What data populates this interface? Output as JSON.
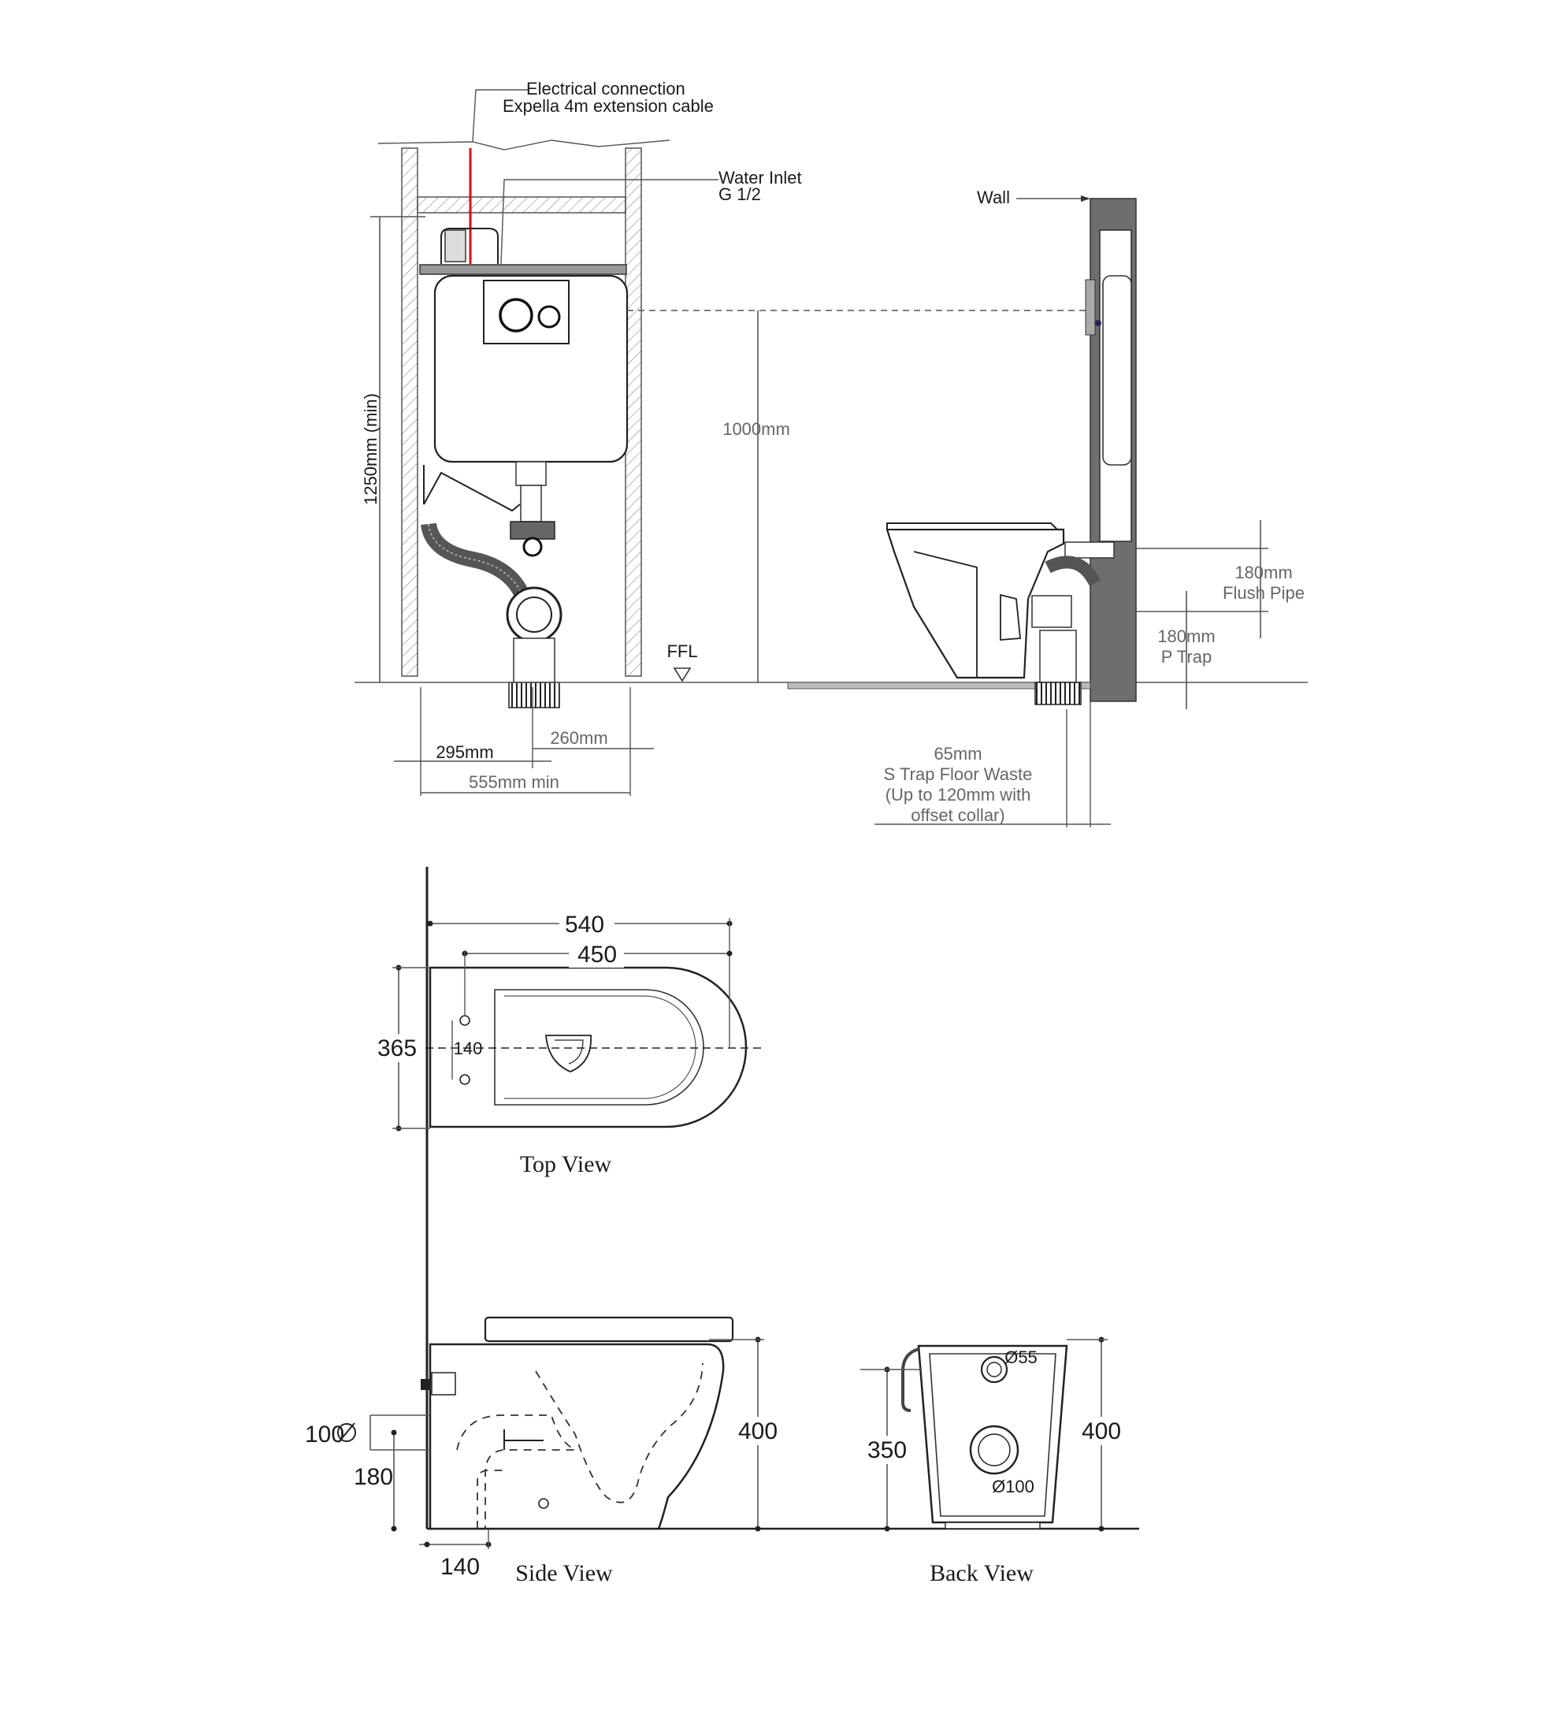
{
  "top_section": {
    "electrical_connection": "Electrical connection",
    "expella_cable": "Expella 4m extension cable",
    "water_inlet": "Water Inlet",
    "water_inlet_size": "G 1/2",
    "wall": "Wall",
    "height_min": "1250mm (min)",
    "button_height": "1000mm",
    "ffl": "FFL",
    "flush_pipe_value": "180mm",
    "flush_pipe_label": "Flush Pipe",
    "p_trap_value": "180mm",
    "p_trap_label": "P Trap",
    "width_left": "295mm",
    "width_right": "260mm",
    "width_total": "555mm min",
    "s_trap_value": "65mm",
    "s_trap_line1": "S Trap Floor Waste",
    "s_trap_line2": "(Up to 120mm with",
    "s_trap_line3": "offset collar)"
  },
  "top_view": {
    "title": "Top View",
    "length_overall": "540",
    "length_inner": "450",
    "width": "365",
    "hole_spacing": "140"
  },
  "side_view": {
    "title": "Side View",
    "height": "400",
    "outlet_diameter": "100",
    "outlet_height": "180",
    "outlet_offset": "140"
  },
  "back_view": {
    "title": "Back View",
    "height": "400",
    "outlet_height": "350",
    "inlet_diameter": "Ø55",
    "outlet_diameter_label": "Ø100"
  }
}
